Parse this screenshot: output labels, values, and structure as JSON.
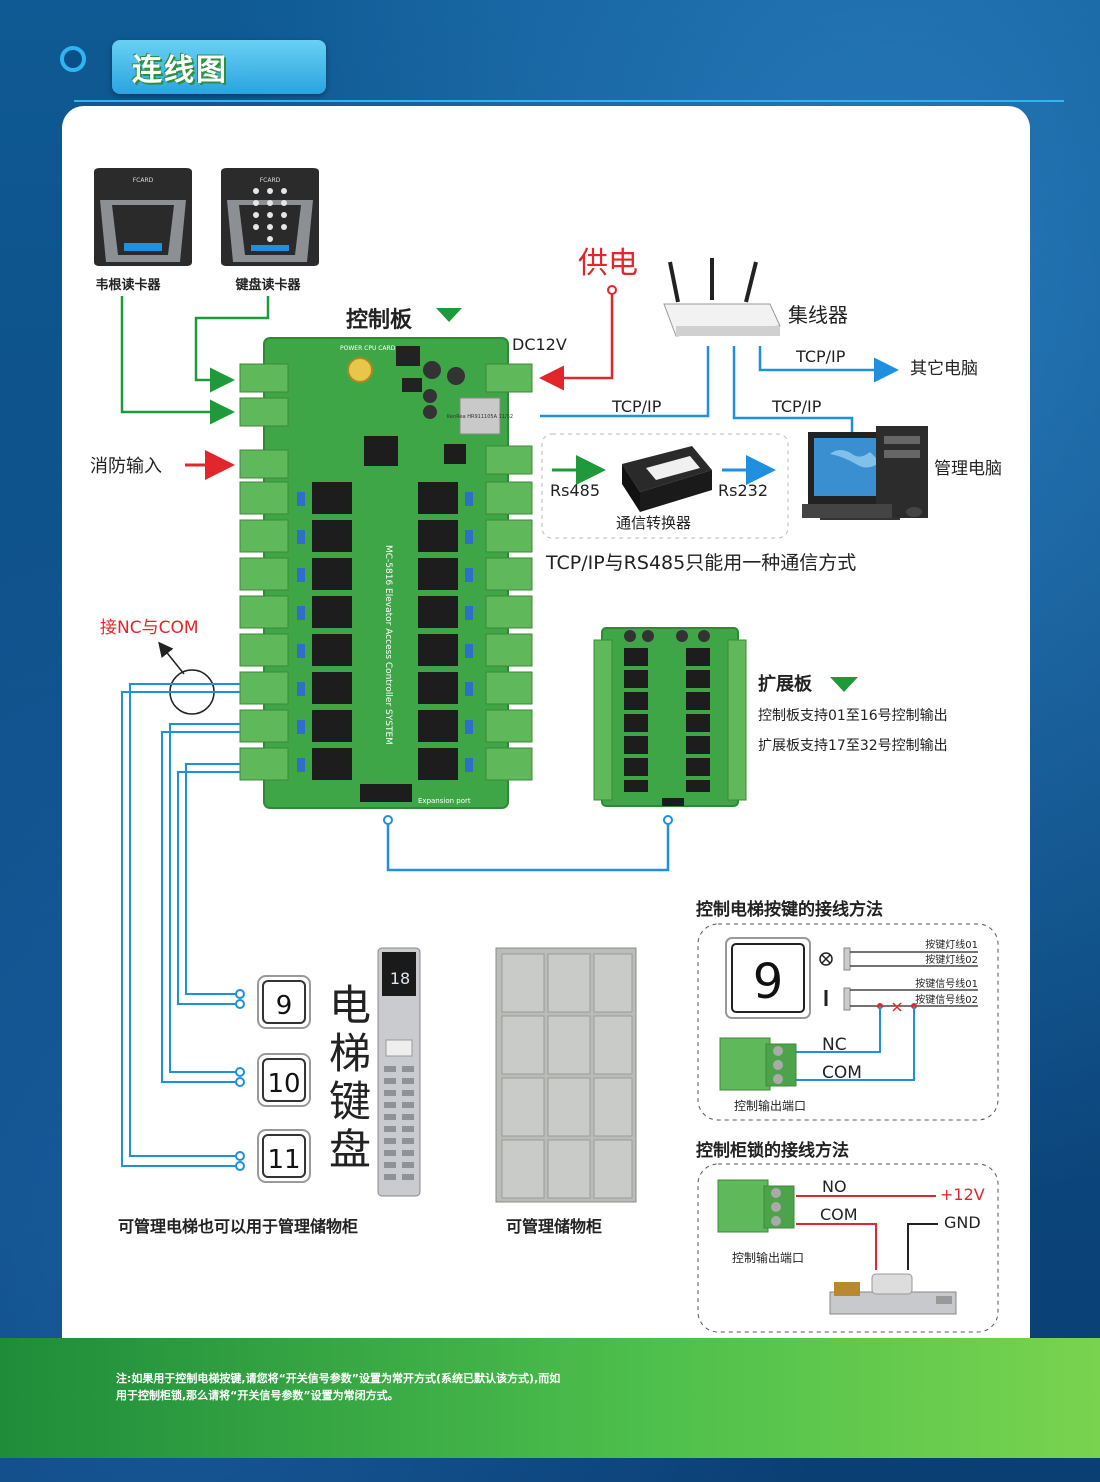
{
  "header": {
    "title": "连线图"
  },
  "readers": {
    "wiegand_label": "韦根读卡器",
    "keypad_label": "键盘读卡器",
    "brand": "FCARD"
  },
  "control_board": {
    "title": "控制板",
    "model_text": "MC-5816 Elevator Access Controller SYSTEM",
    "silk_top": "POWER  CPU  CARD",
    "silk_bottom": "Expansion port",
    "chip_label": "KenRea HR911105A 11/32"
  },
  "labels": {
    "power_supply": "供电",
    "dc12v": "DC12V",
    "hub": "集线器",
    "tcpip": "TCP/IP",
    "other_pc": "其它电脑",
    "manage_pc": "管理电脑",
    "fire_input": "消防输入",
    "rs485": "Rs485",
    "rs232": "Rs232",
    "converter": "通信转换器",
    "comm_note": "TCP/IP与RS485只能用一种通信方式",
    "nc_com": "接NC与COM"
  },
  "expansion_board": {
    "title": "扩展板",
    "line1": "控制板支持01至16号控制输出",
    "line2": "扩展板支持17至32号控制输出"
  },
  "elevator": {
    "buttons": [
      "9",
      "10",
      "11"
    ],
    "keypad_chars": [
      "电",
      "梯",
      "键",
      "盘"
    ],
    "display": "18",
    "caption": "可管理电梯也可以用于管理储物柜"
  },
  "locker": {
    "caption": "可管理储物柜"
  },
  "button_wiring": {
    "title": "控制电梯按键的接线方法",
    "button_number": "9",
    "wires": [
      "按键灯线01",
      "按键灯线02",
      "按键信号线01",
      "按键信号线02"
    ],
    "nc": "NC",
    "com": "COM",
    "port_label": "控制输出端口"
  },
  "lock_wiring": {
    "title": "控制柜锁的接线方法",
    "no": "NO",
    "com": "COM",
    "plus12v": "+12V",
    "gnd": "GND",
    "port_label": "控制输出端口"
  },
  "footer": {
    "note_line1": "注:如果用于控制电梯按键,请您将“开关信号参数”设置为常开方式(系统已默认该方式),而如",
    "note_line2": "用于控制柜锁,那么请将“开关信号参数”设置为常闭方式。"
  },
  "colors": {
    "green_wire": "#1f9a3a",
    "blue_wire": "#1f8fe0",
    "red_wire": "#e3262b",
    "board_green": "#3fa648",
    "terminal_green": "#5fb85a"
  }
}
